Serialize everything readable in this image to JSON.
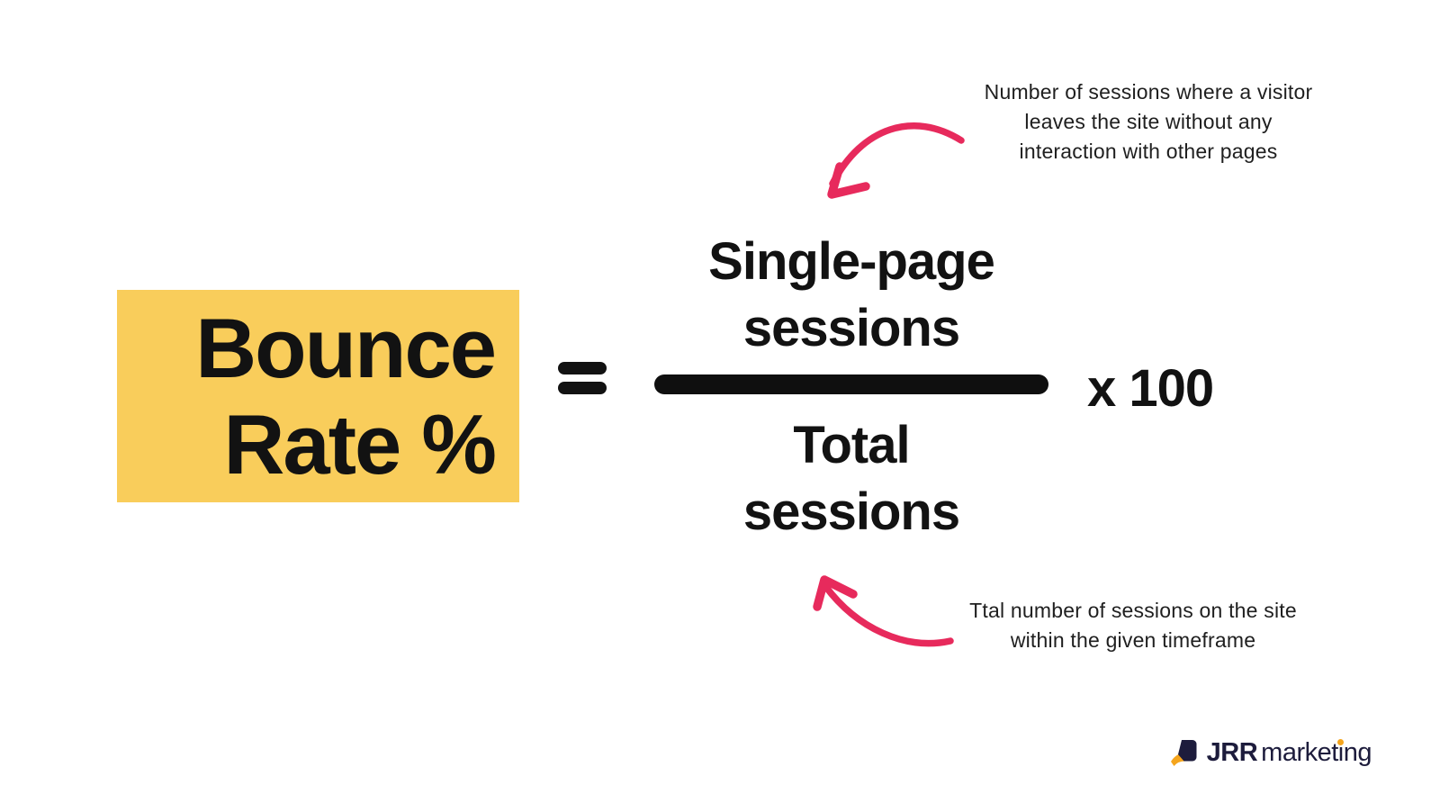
{
  "title_box": {
    "line1": "Bounce",
    "line2": "Rate %"
  },
  "equation": {
    "equals": "=",
    "numerator_line1": "Single-page",
    "numerator_line2": "sessions",
    "denominator_line1": "Total",
    "denominator_line2": "sessions",
    "multiplier": "x 100"
  },
  "annotations": {
    "numerator_note": {
      "lines": [
        "Number of sessions where a visitor",
        "leaves the site without any",
        "interaction with other pages"
      ]
    },
    "denominator_note": {
      "lines": [
        "Ttal number of sessions on the site",
        "within the given timeframe"
      ]
    }
  },
  "logo": {
    "brand_bold": "JRR",
    "brand_regular": "marketing"
  },
  "icons": {
    "numerator_arrow": "curved-arrow-down-left",
    "denominator_arrow": "curved-arrow-up-left",
    "logo_mark": "jrr-logo-mark"
  },
  "colors": {
    "highlight_yellow": "#F9CD5B",
    "ink_black": "#121212",
    "arrow_pink": "#E72A5C",
    "logo_navy": "#1D1C3C",
    "logo_orange": "#F5A51D"
  }
}
